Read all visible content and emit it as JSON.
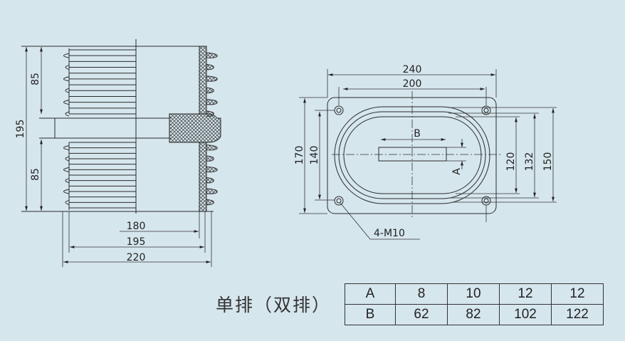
{
  "side_view": {
    "dims": {
      "height_total": "195",
      "height_upper": "85",
      "height_lower": "85",
      "width_180": "180",
      "width_195": "195",
      "width_220": "220"
    }
  },
  "top_view": {
    "dims": {
      "w240": "240",
      "w200": "200",
      "h170": "170",
      "h140": "140",
      "h120": "120",
      "h132": "132",
      "h150": "150",
      "slot_b": "B",
      "slot_a": "A"
    },
    "hole_note": "4-M10"
  },
  "table": {
    "label": "单排（双排）",
    "rows": [
      {
        "name": "A",
        "values": [
          "8",
          "10",
          "12",
          "12"
        ]
      },
      {
        "name": "B",
        "values": [
          "62",
          "82",
          "102",
          "122"
        ]
      }
    ]
  },
  "colors": {
    "background": "#d6e6ed",
    "line": "#2a2a2a"
  }
}
